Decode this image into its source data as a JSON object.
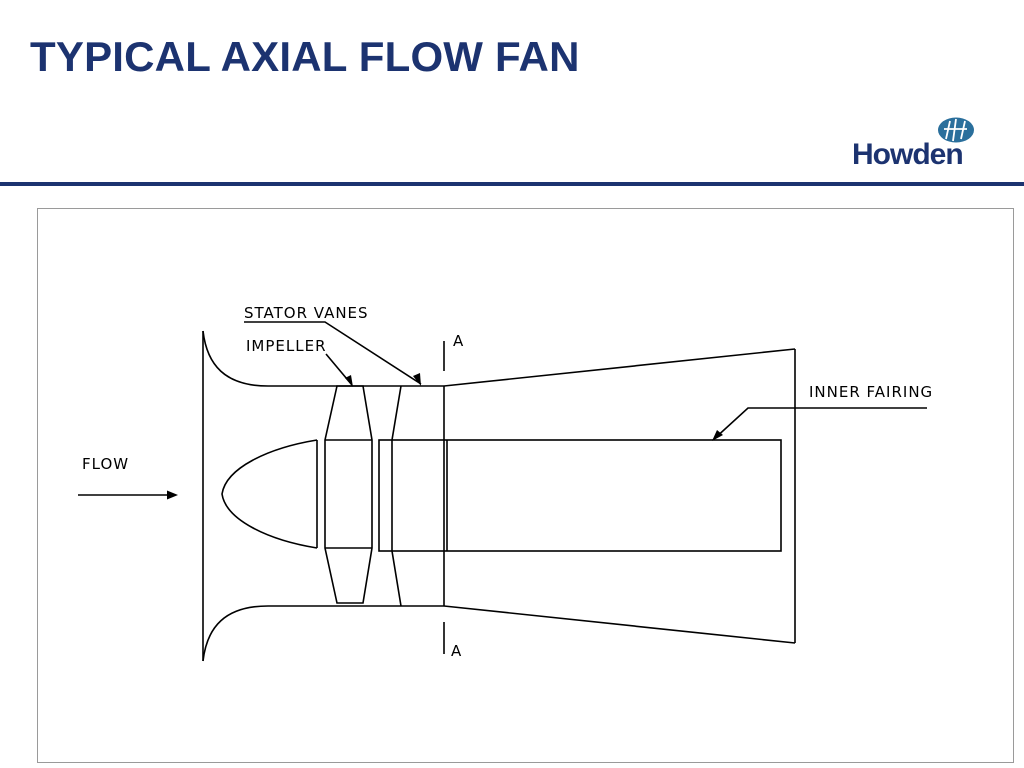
{
  "slide": {
    "title": "TYPICAL AXIAL FLOW FAN",
    "logo_text": "Howden",
    "logo_icon": "howden-h-globe-icon",
    "colors": {
      "title": "#1c3370",
      "rule": "#1c3370",
      "logo_mark": "#2a6f9c"
    }
  },
  "diagram": {
    "labels": {
      "stator_vanes": "STATOR VANES",
      "impeller": "IMPELLER",
      "inner_fairing": "INNER FAIRING",
      "flow": "FLOW",
      "section_top": "A",
      "section_bottom": "A"
    }
  }
}
